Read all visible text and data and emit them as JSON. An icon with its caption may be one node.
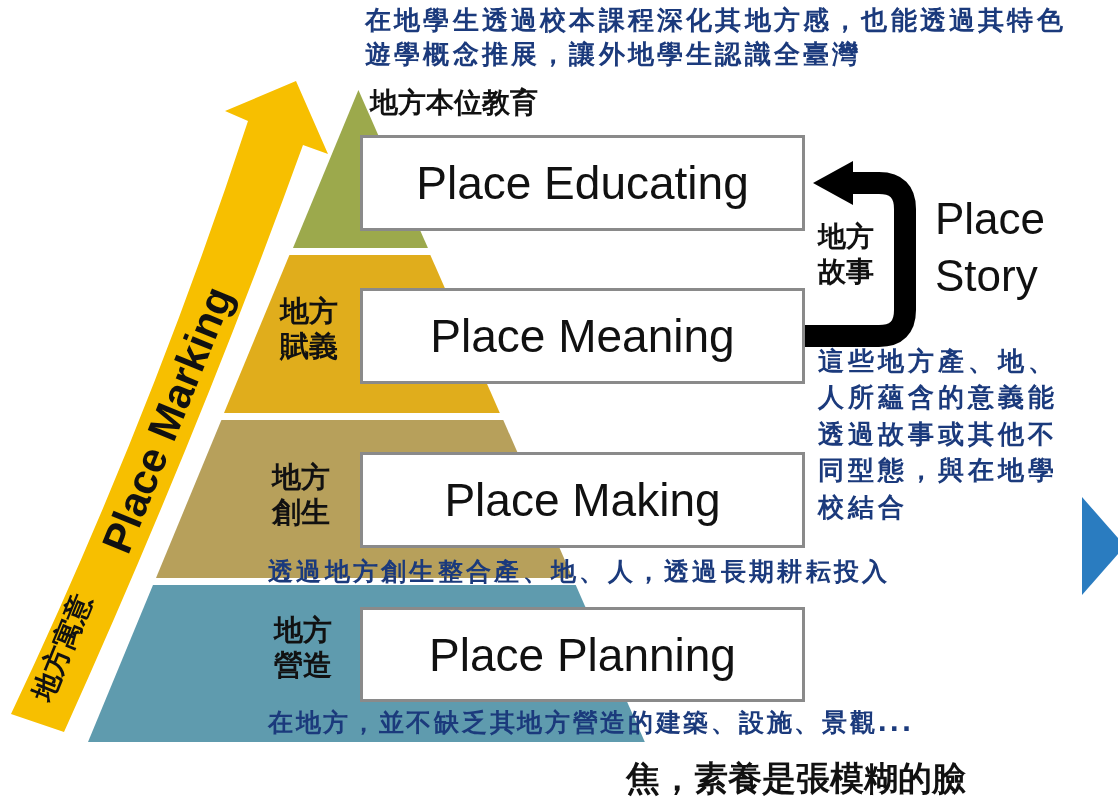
{
  "diagram": {
    "nodes": [
      {
        "text": [
          "地方本位教育"
        ]
      },
      {
        "text": [
          "Place Educating"
        ]
      },
      {
        "text": [
          "地方賦義"
        ]
      },
      {
        "text": [
          "Place Meaning"
        ]
      },
      {
        "text": [
          "地方創生"
        ]
      },
      {
        "text": [
          "Place Making"
        ]
      },
      {
        "text": [
          "地方營造"
        ]
      },
      {
        "text": [
          "Place Planning"
        ]
      }
    ],
    "edges": [
      {
        "from": 3,
        "to": 1,
        "arrow": "to",
        "label": "地方故事"
      }
    ],
    "labels": [
      "在地學生透過校本課程深化其地方感，也能透過其特色遊學概念推展，讓外地學生認識全臺灣",
      "Place Story",
      "這些地方產、地、人所蘊含的意義能透過故事或其他不同型態，與在地學校結合",
      "地方寓意",
      "Place Marking",
      "透過地方創生整合產、地、人，透過長期耕耘投入",
      "在地方，並不缺乏其地方營造的建築、設施、景觀...",
      "焦，素養是張模糊的臉"
    ]
  }
}
